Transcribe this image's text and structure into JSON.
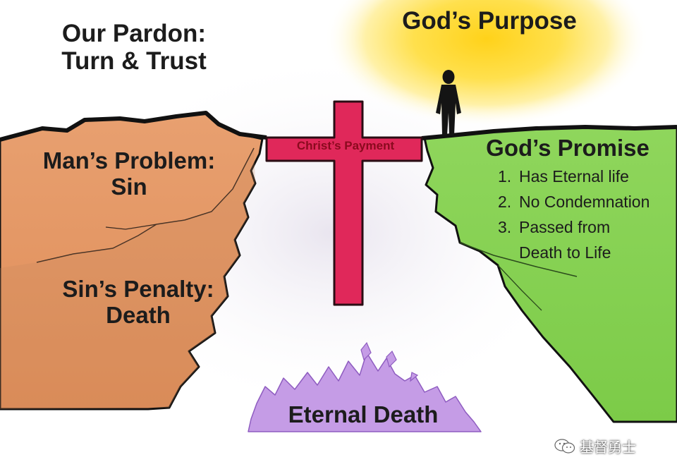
{
  "title_left": {
    "line1": "Our Pardon:",
    "line2": "Turn & Trust"
  },
  "title_right": "God’s Purpose",
  "left_cliff": {
    "problem_line1": "Man’s Problem:",
    "problem_line2": "Sin",
    "penalty_line1": "Sin’s Penalty:",
    "penalty_line2": "Death"
  },
  "cross_label": "Christ’s Payment",
  "right_cliff": {
    "heading": "God’s Promise",
    "items": [
      {
        "num": "1.",
        "text": "Has Eternal life"
      },
      {
        "num": "2.",
        "text": "No Condemnation"
      },
      {
        "num": "3.",
        "text": "Passed from",
        "text2": "Death to Life"
      }
    ]
  },
  "pit_label": "Eternal Death",
  "watermark": "基督勇士",
  "colors": {
    "left_cliff": "#e79a6c",
    "right_cliff": "#8ed35a",
    "cross": "#e0285a",
    "fire": "#c39ae3",
    "sun": "#ffd21a"
  },
  "icons": [
    "person-silhouette-icon",
    "wechat-icon"
  ]
}
